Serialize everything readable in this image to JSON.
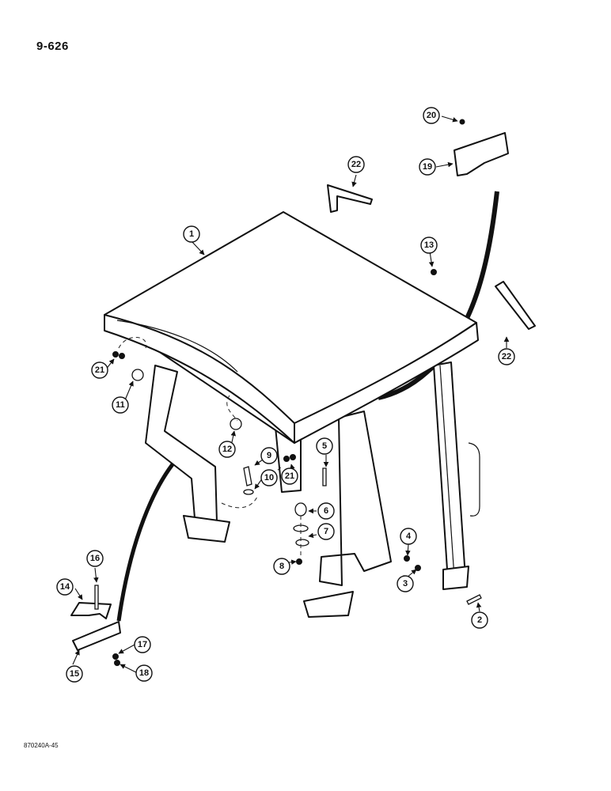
{
  "page_number": "9-626",
  "drawing_code": "870240A-45",
  "callouts": [
    "1",
    "2",
    "3",
    "4",
    "5",
    "6",
    "7",
    "8",
    "9",
    "10",
    "11",
    "12",
    "13",
    "14",
    "15",
    "16",
    "17",
    "18",
    "19",
    "20",
    "21",
    "21",
    "22",
    "22"
  ]
}
